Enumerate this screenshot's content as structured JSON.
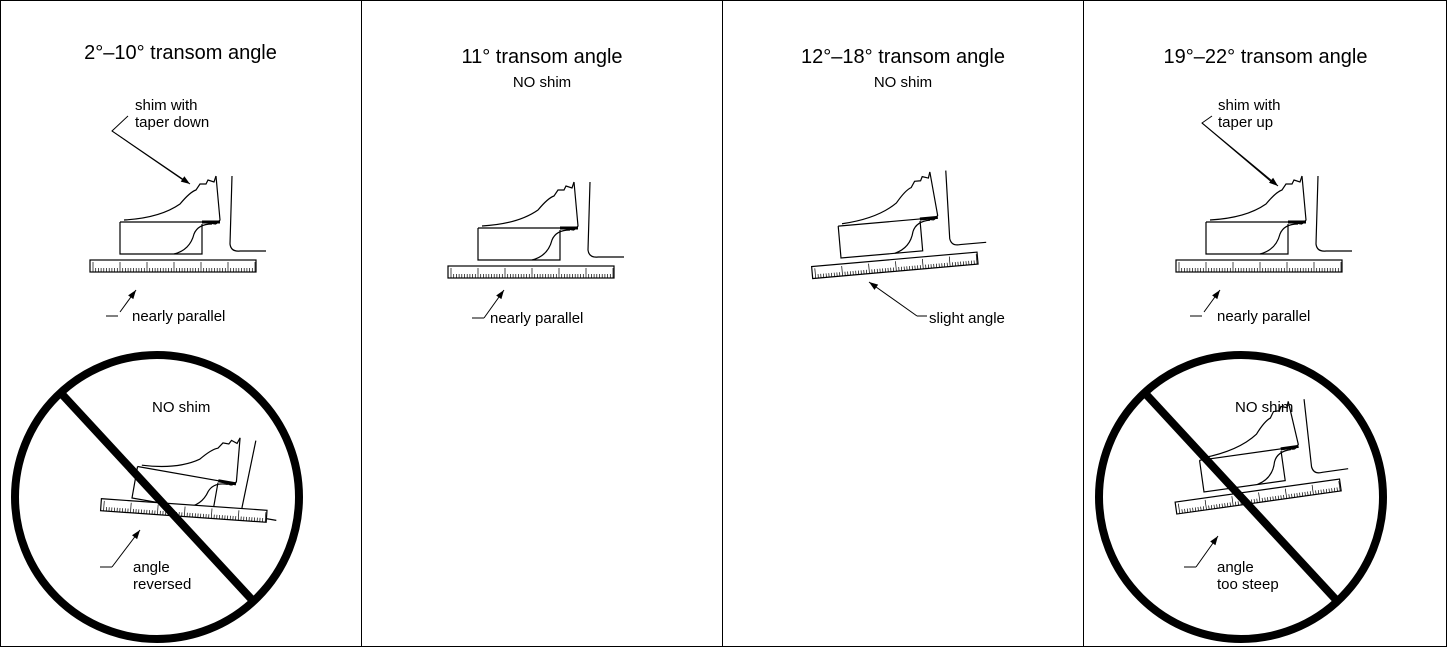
{
  "panels": [
    {
      "title": "2°–10° transom angle",
      "shim_label": "shim with\ntaper down",
      "ok_label": "nearly parallel",
      "bad_heading": "NO shim",
      "bad_label": "angle\nreversed"
    },
    {
      "title": "11° transom angle",
      "subtitle": "NO shim",
      "ok_label": "nearly parallel"
    },
    {
      "title": "12°–18° transom angle",
      "subtitle": "NO shim",
      "ok_label": "slight angle"
    },
    {
      "title": "19°–22° transom angle",
      "shim_label": "shim with\ntaper up",
      "ok_label": "nearly parallel",
      "bad_heading": "NO shim",
      "bad_label": "angle\ntoo steep"
    }
  ],
  "colors": {
    "ink": "#000000",
    "background": "#ffffff"
  }
}
